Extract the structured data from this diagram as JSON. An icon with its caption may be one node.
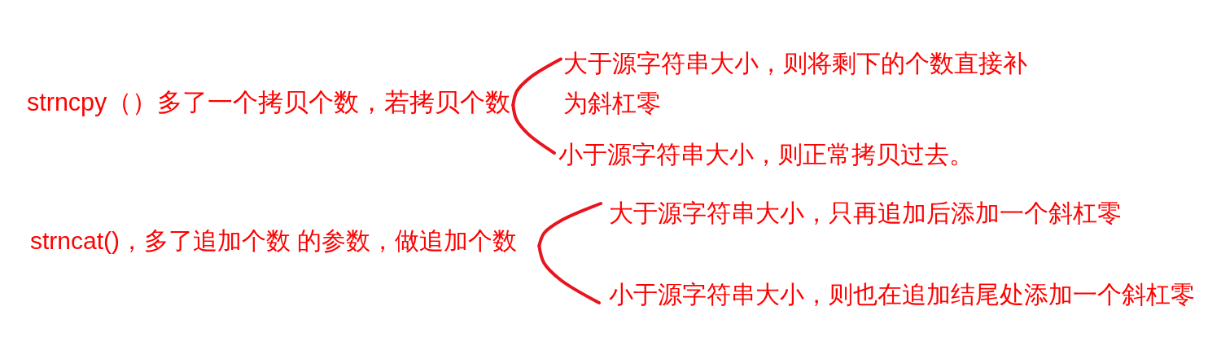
{
  "diagram": {
    "nodes": [
      {
        "text": [
          "strncpy（）多了一个拷贝个数，若拷贝个数"
        ]
      },
      {
        "text": [
          "大于源字符串大小，则将剩下的个数直接补为斜杠零"
        ]
      },
      {
        "text": [
          "小于源字符串大小，则正常拷贝过去。"
        ]
      },
      {
        "text": [
          "strncat()，多了追加个数 的参数，做追加个数"
        ]
      },
      {
        "text": [
          "大于源字符串大小，只再追加后添加一个斜杠零"
        ]
      },
      {
        "text": [
          "小于源字符串大小，则也在追加结尾处添加一个斜杠零"
        ]
      }
    ],
    "edges": [
      {
        "from": 0,
        "to": 1,
        "arrow": "none"
      },
      {
        "from": 0,
        "to": 2,
        "arrow": "none"
      },
      {
        "from": 3,
        "to": 4,
        "arrow": "none"
      },
      {
        "from": 3,
        "to": 5,
        "arrow": "none"
      }
    ]
  }
}
